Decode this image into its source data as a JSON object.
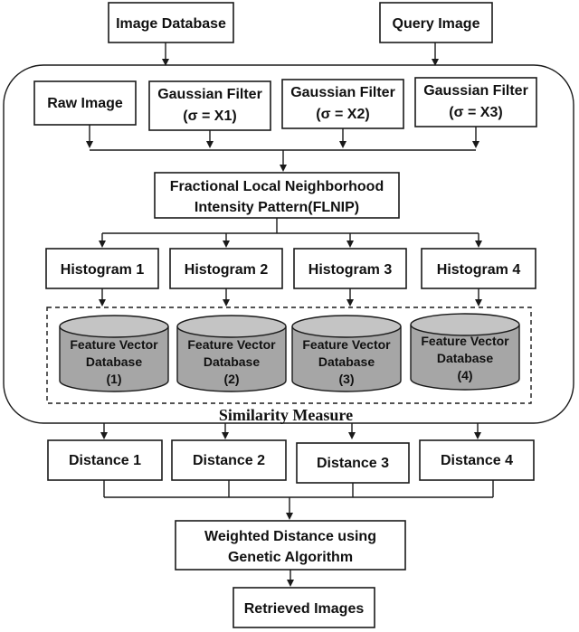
{
  "inputs": {
    "image_database": "Image Database",
    "query_image": "Query Image"
  },
  "preprocess": {
    "raw_image": "Raw Image",
    "filter_label": "Gaussian Filter",
    "filter_params": [
      "(σ = X1)",
      "(σ = X2)",
      "(σ = X3)"
    ]
  },
  "flnip": {
    "line1": "Fractional Local Neighborhood",
    "line2": "Intensity Pattern(FLNIP)"
  },
  "histograms": [
    "Histogram 1",
    "Histogram 2",
    "Histogram 3",
    "Histogram 4"
  ],
  "feature_db": {
    "line1": "Feature Vector",
    "line2": "Database",
    "ids": [
      "(1)",
      "(2)",
      "(3)",
      "(4)"
    ]
  },
  "similarity_measure": "Similarity Measure",
  "distances": [
    "Distance 1",
    "Distance 2",
    "Distance 3",
    "Distance 4"
  ],
  "weighted": {
    "line1": "Weighted Distance using",
    "line2": "Genetic Algorithm"
  },
  "retrieved": "Retrieved Images",
  "colors": {
    "stroke": "#1a1a1a",
    "cylinder_fill": "#a6a6a6",
    "cylinder_top": "#c4c4c4"
  }
}
